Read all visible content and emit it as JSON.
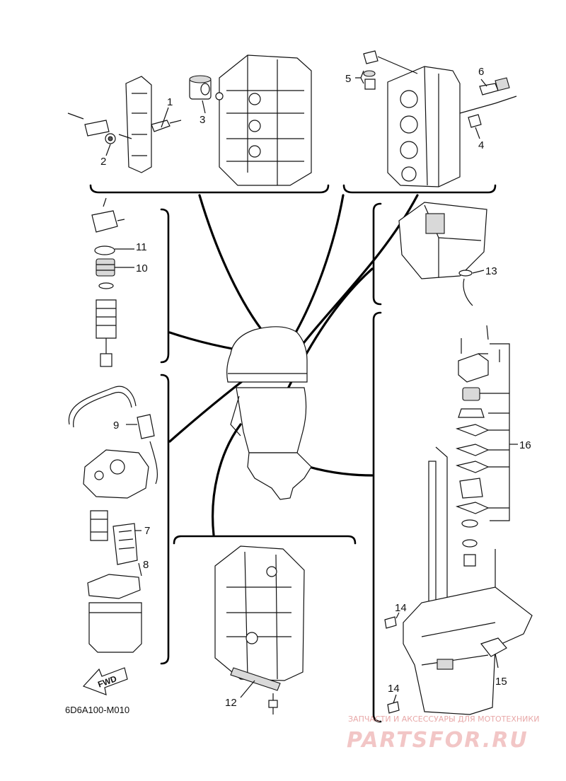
{
  "diagram": {
    "callouts": [
      {
        "id": "c1",
        "label": "1"
      },
      {
        "id": "c2",
        "label": "2"
      },
      {
        "id": "c3",
        "label": "3"
      },
      {
        "id": "c4",
        "label": "4"
      },
      {
        "id": "c5",
        "label": "5"
      },
      {
        "id": "c6",
        "label": "6"
      },
      {
        "id": "c7",
        "label": "7"
      },
      {
        "id": "c8",
        "label": "8"
      },
      {
        "id": "c9",
        "label": "9"
      },
      {
        "id": "c10",
        "label": "10"
      },
      {
        "id": "c11",
        "label": "11"
      },
      {
        "id": "c12",
        "label": "12"
      },
      {
        "id": "c13",
        "label": "13"
      },
      {
        "id": "c14a",
        "label": "14"
      },
      {
        "id": "c14b",
        "label": "14"
      },
      {
        "id": "c15",
        "label": "15"
      },
      {
        "id": "c16",
        "label": "16"
      }
    ],
    "diagram_code": "6D6A100-M010",
    "fwd_label": "FWD"
  },
  "watermark": {
    "tagline": "ЗАПЧАСТИ И АКСЕССУАРЫ ДЛЯ МОТОТЕХНИКИ",
    "brand": "PARTSFOR.RU"
  }
}
